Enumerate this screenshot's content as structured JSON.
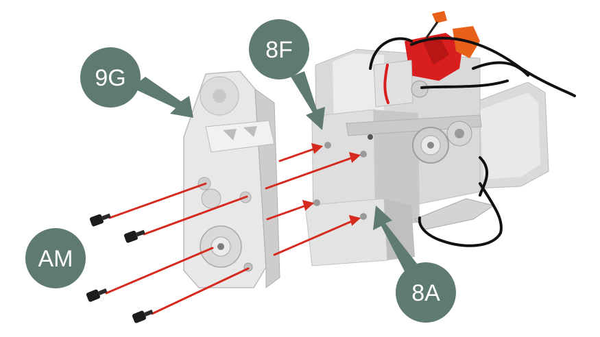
{
  "colors": {
    "callout_fill": "#5f7a72",
    "callout_text": "#ffffff",
    "arrow_red": "#d62a1e",
    "part_light": "#e6e6e6",
    "part_mid": "#cfcfcf",
    "part_dark": "#a9a9a9",
    "screw": "#1c1c1c",
    "accent_red": "#d91e1e",
    "accent_orange": "#e8611a",
    "cable": "#111111"
  },
  "callouts": {
    "label_9g": "9G",
    "label_8f": "8F",
    "label_am": "AM",
    "label_8a": "8A"
  },
  "icons": [
    "screw-icon",
    "engine-block-icon",
    "cover-plate-icon",
    "pulley-icon",
    "cable-icon"
  ]
}
